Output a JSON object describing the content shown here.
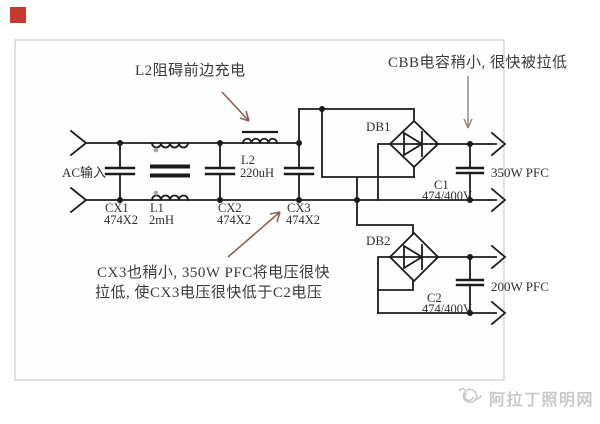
{
  "marker": {
    "color": "#c23b2e"
  },
  "circuit": {
    "input_label": "AC输入",
    "components": {
      "cx1": {
        "name": "CX1",
        "value": "474X2"
      },
      "l1": {
        "name": "L1",
        "value": "2mH"
      },
      "cx2": {
        "name": "CX2",
        "value": "474X2"
      },
      "l2": {
        "name": "L2",
        "value": "220uH"
      },
      "cx3": {
        "name": "CX3",
        "value": "474X2"
      },
      "db1": {
        "name": "DB1"
      },
      "db2": {
        "name": "DB2"
      },
      "c1": {
        "name": "C1",
        "value": "474/400V"
      },
      "c2": {
        "name": "C2",
        "value": "474/400V"
      }
    },
    "outputs": {
      "pfc350": "350W PFC",
      "pfc200": "200W PFC"
    }
  },
  "annotations": {
    "l2_note": "L2阻碍前边充电",
    "cbb_note": "CBB电容稍小, 很快被拉低",
    "cx3_note_line1": "CX3也稍小, 350W PFC将电压很快",
    "cx3_note_line2": "拉低, 使CX3电压很快低于C2电压"
  },
  "watermark": {
    "text": "阿拉丁照明网"
  },
  "colors": {
    "wire": "#1c1c1c",
    "annotation_arrow": "#8d5f57",
    "cbb_arrow": "#93827e",
    "border": "#d6d6d6",
    "watermark": "#c9c9c9",
    "marker_red": "#c23b2e",
    "text": "#2f2f2f"
  }
}
